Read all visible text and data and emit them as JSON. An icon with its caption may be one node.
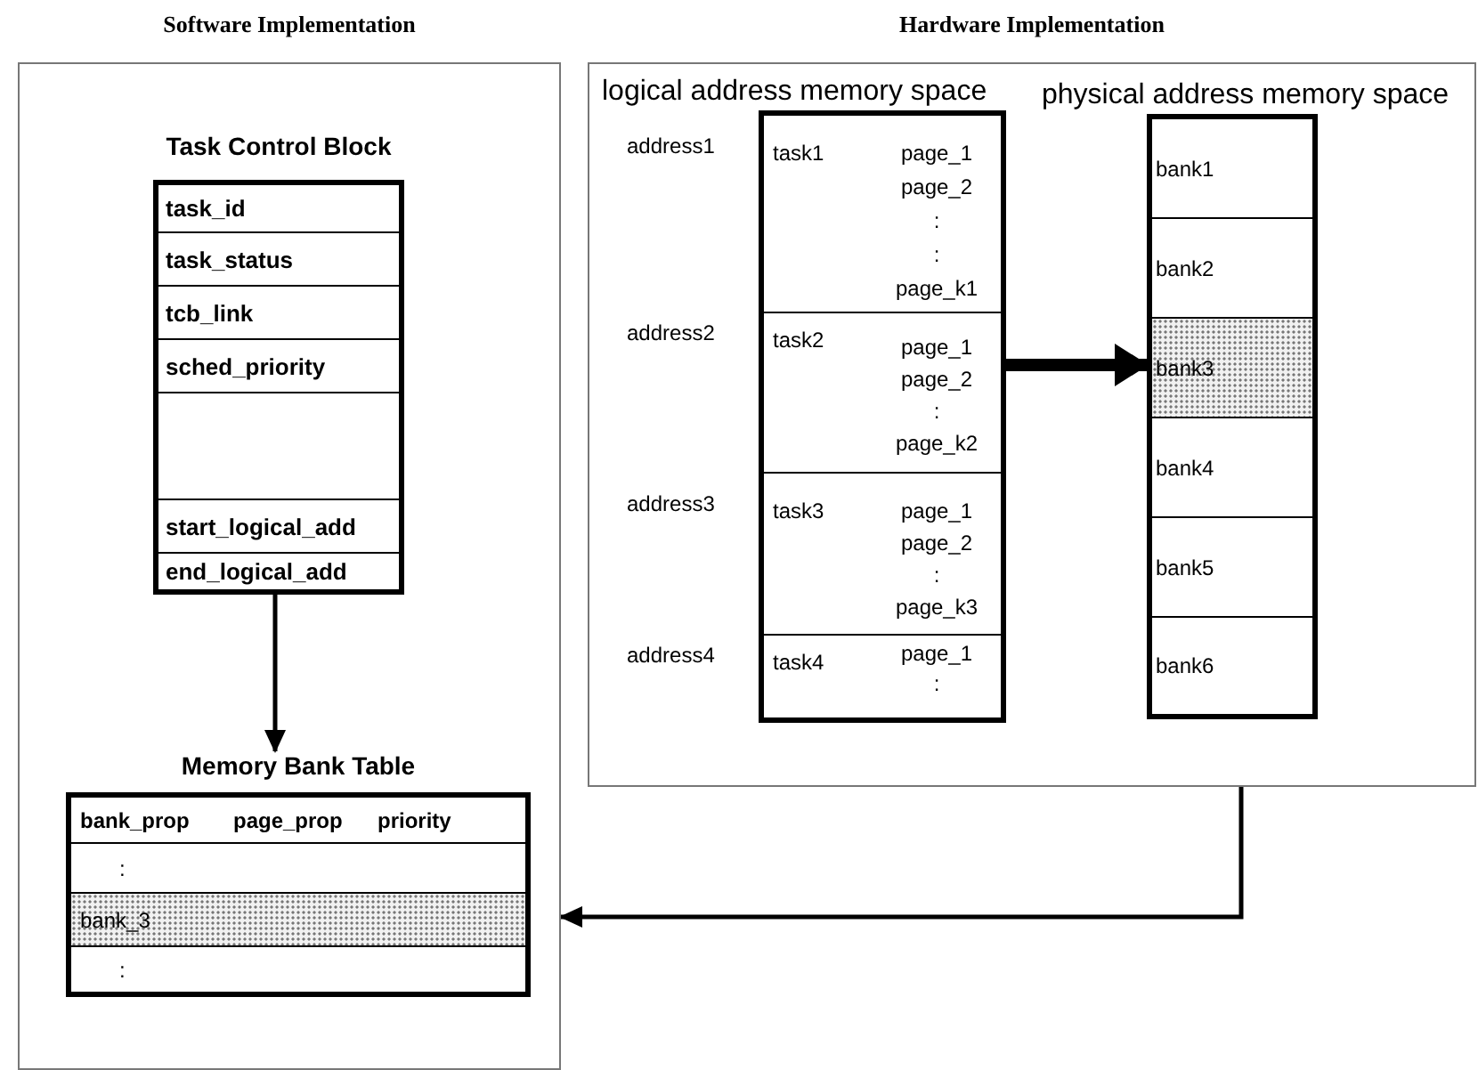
{
  "diagram": {
    "nodes": [
      {
        "text": [
          "Software Implementation"
        ]
      },
      {
        "text": [
          "Task Control Block"
        ],
        "in": 0
      },
      {
        "text": [
          "task_id"
        ],
        "in": 1
      },
      {
        "text": [
          "task_status"
        ],
        "in": 1
      },
      {
        "text": [
          "tcb_link"
        ],
        "in": 1
      },
      {
        "text": [
          "sched_priority"
        ],
        "in": 1
      },
      {
        "text": [],
        "shape": "box",
        "in": 1
      },
      {
        "text": [
          "start_logical_add"
        ],
        "in": 1
      },
      {
        "text": [
          "end_logical_add"
        ],
        "in": 1
      },
      {
        "text": [
          "Memory Bank Table"
        ],
        "in": 0
      },
      {
        "text": [
          "bank_prop",
          "page_prop",
          "priority"
        ],
        "in": 9
      },
      {
        "text": [
          ":"
        ],
        "in": 9
      },
      {
        "text": [
          "bank_3"
        ],
        "in": 9
      },
      {
        "text": [
          ":"
        ],
        "in": 9
      },
      {
        "text": [
          "Hardware Implementation"
        ]
      },
      {
        "text": [
          "logical address memory space"
        ],
        "in": 14
      },
      {
        "text": [
          "task1",
          "page_1",
          "page_2",
          ":",
          ":",
          "page_k1"
        ],
        "beside": [
          "address1"
        ],
        "in": 15
      },
      {
        "text": [
          "task2",
          "page_1",
          "page_2",
          ":",
          "page_k2"
        ],
        "beside": [
          "address2"
        ],
        "in": 15
      },
      {
        "text": [
          "task3",
          "page_1",
          "page_2",
          ":",
          "page_k3"
        ],
        "beside": [
          "address3"
        ],
        "in": 15
      },
      {
        "text": [
          "task4",
          "page_1",
          ":"
        ],
        "beside": [
          "address4"
        ],
        "in": 15
      },
      {
        "text": [
          "physical address memory space"
        ],
        "in": 14
      },
      {
        "text": [
          "bank1"
        ],
        "in": 20
      },
      {
        "text": [
          "bank2"
        ],
        "in": 20
      },
      {
        "text": [
          "bank3"
        ],
        "in": 20
      },
      {
        "text": [
          "bank4"
        ],
        "in": 20
      },
      {
        "text": [
          "bank5"
        ],
        "in": 20
      },
      {
        "text": [
          "bank6"
        ],
        "in": 20
      }
    ],
    "edges": [
      {
        "from": 1,
        "to": 9,
        "arrow": "to"
      },
      {
        "from": 15,
        "to": 20,
        "arrow": "to",
        "style": "thick"
      },
      {
        "from": 14,
        "to": 0,
        "arrow": "to"
      }
    ]
  }
}
